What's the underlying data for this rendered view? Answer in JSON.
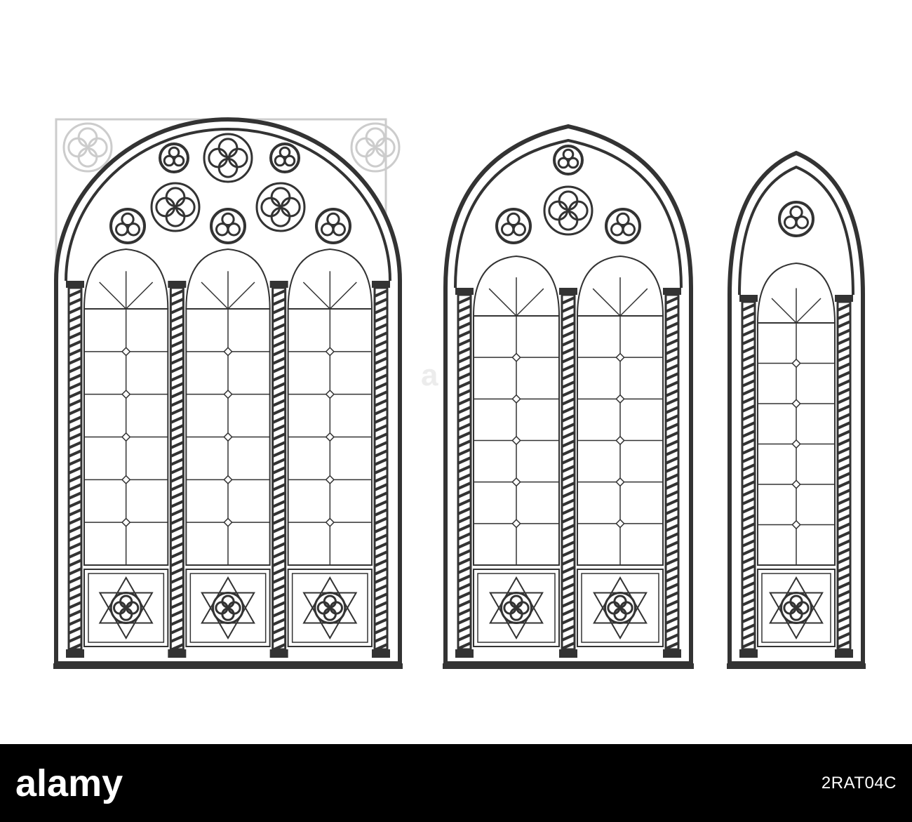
{
  "illustration": {
    "subject": "gothic-arched-stained-glass-windows",
    "windows": [
      {
        "name": "wide-round-arch-window",
        "lights": 3
      },
      {
        "name": "medium-pointed-arch-window",
        "lights": 2
      },
      {
        "name": "narrow-lancet-window",
        "lights": 1
      }
    ],
    "colors": {
      "line": "#333333",
      "background": "#ffffff",
      "faint": "#cccccc"
    }
  },
  "watermark": {
    "brand": "alamy",
    "image_id": "2RAT04C",
    "overlay_text": "a"
  }
}
